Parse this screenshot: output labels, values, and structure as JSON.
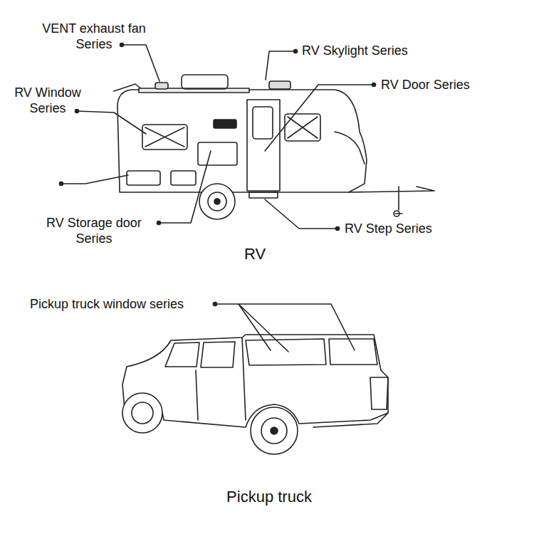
{
  "diagram": {
    "labels": [
      "VENT exhaust fan Series",
      "RV Skylight Series",
      "RV Window Series",
      "RV Door Series",
      "RV Storage door Series",
      "RV Step Series",
      "RV",
      "Pickup truck window series",
      "Pickup truck"
    ]
  }
}
